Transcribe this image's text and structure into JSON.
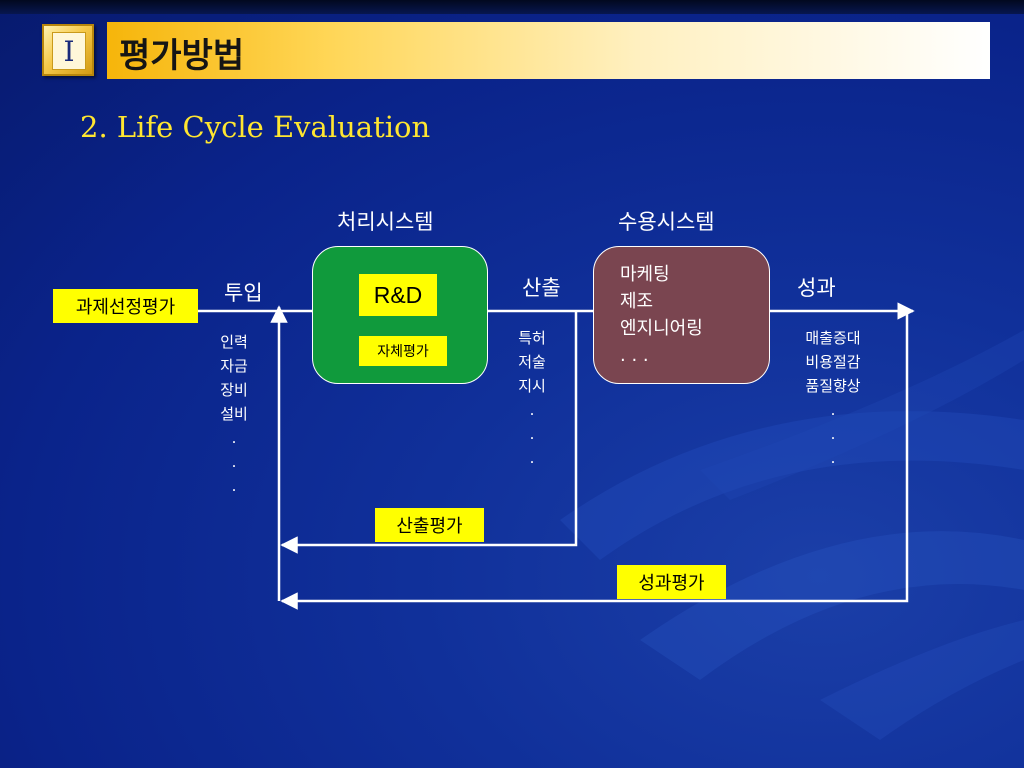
{
  "slide": {
    "section_number": "I",
    "title": "평가방법",
    "subtitle": "2. Life Cycle Evaluation"
  },
  "diagram": {
    "processing_system_label": "처리시스템",
    "acceptance_system_label": "수용시스템",
    "input_label": "투입",
    "output_label": "산출",
    "outcome_label": "성과",
    "project_selection_eval": "과제선정평가",
    "rnd_label": "R&D",
    "self_eval": "자체평가",
    "output_eval": "산출평가",
    "outcome_eval": "성과평가",
    "acceptance_items": [
      "마케팅",
      "제조",
      "엔지니어링",
      ". . ."
    ],
    "input_items": [
      "인력",
      "자금",
      "장비",
      "설비",
      ".",
      ".",
      "."
    ],
    "output_items": [
      "특허",
      "저술",
      "지시",
      ".",
      ".",
      "."
    ],
    "outcome_items": [
      "매출증대",
      "비용절감",
      "품질향상",
      ".",
      ".",
      "."
    ]
  },
  "colors": {
    "background": "#0f2f9a",
    "title_gradient_start": "#f6b50a",
    "subtitle": "#ffe630",
    "highlight_tag": "#ffff00",
    "processing_box": "#109a3c",
    "acceptance_box": "#7a4550"
  }
}
